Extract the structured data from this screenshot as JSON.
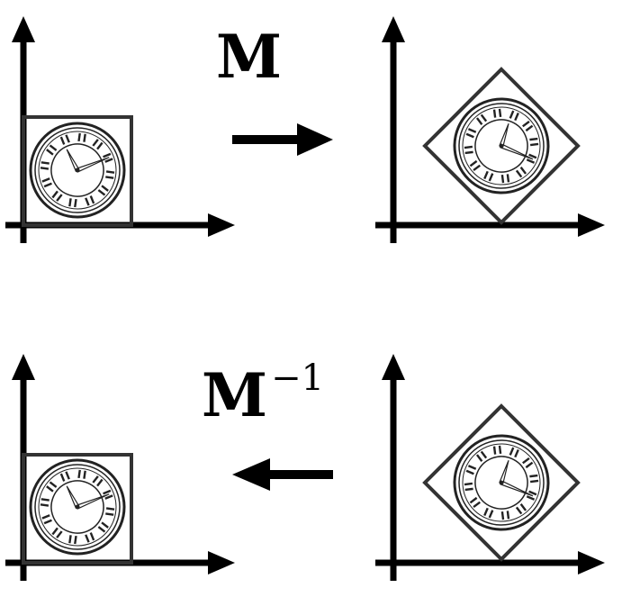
{
  "labels": {
    "forward": "M",
    "inverse_base": "M",
    "inverse_exponent": "−1"
  },
  "panels": [
    {
      "id": "top-left",
      "shape": "square",
      "clock_rotation_deg": 0
    },
    {
      "id": "top-right",
      "shape": "diamond",
      "clock_rotation_deg": 45
    },
    {
      "id": "bottom-left",
      "shape": "square",
      "clock_rotation_deg": 0
    },
    {
      "id": "bottom-right",
      "shape": "diamond",
      "clock_rotation_deg": 45
    }
  ],
  "arrows": [
    {
      "id": "forward",
      "direction": "right"
    },
    {
      "id": "inverse",
      "direction": "left"
    }
  ],
  "colors": {
    "axis": "#000000",
    "frame": "#333333",
    "clock": "#222222"
  }
}
